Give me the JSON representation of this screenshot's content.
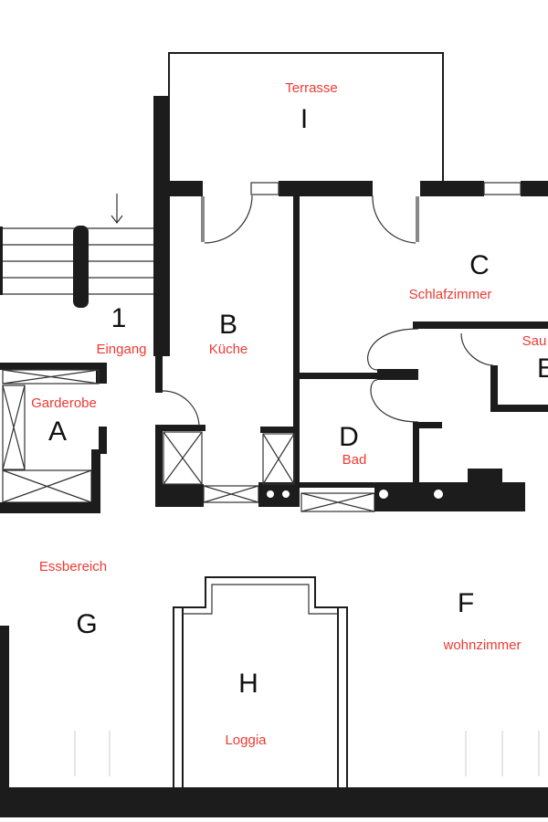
{
  "colors": {
    "label": "#ee3a32",
    "wall": "#1c1c1c"
  },
  "rooms": [
    {
      "letter": "I",
      "name": "Terrasse"
    },
    {
      "letter": "C",
      "name": "Schlafzimmer"
    },
    {
      "letter": "1",
      "name": "Eingang"
    },
    {
      "letter": "B",
      "name": "Küche"
    },
    {
      "letter": "E",
      "name": "Sau"
    },
    {
      "letter": "A",
      "name": "Garderobe"
    },
    {
      "letter": "D",
      "name": "Bad"
    },
    {
      "letter": "G",
      "name": "Essbereich"
    },
    {
      "letter": "F",
      "name": "wohnzimmer"
    },
    {
      "letter": "H",
      "name": "Loggia"
    }
  ]
}
